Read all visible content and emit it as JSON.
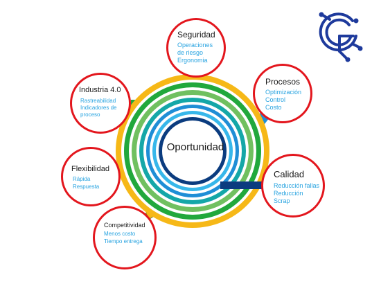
{
  "colors": {
    "node_border": "#e3161d",
    "item_text": "#27a3e0",
    "ring_outer": "#f6b817",
    "ring_green": "#21a83c",
    "ring_lightgreen": "#70c060",
    "ring_teal": "#14a7a8",
    "ring_blue": "#1f8ed6",
    "ring_lightblue": "#37b7ea",
    "ring_navy": "#0b3c7f",
    "logo": "#1e3a9c"
  },
  "center": {
    "label": "Oportunidad"
  },
  "nodes": {
    "seguridad": {
      "title": "Seguridad",
      "items": [
        "Operaciones",
        "de riesgo",
        "Ergonomia"
      ]
    },
    "procesos": {
      "title": "Procesos",
      "items": [
        "Optimización",
        "Control",
        "Costo"
      ]
    },
    "calidad": {
      "title": "Calidad",
      "items": [
        "Reducción fallas",
        "Reducción",
        "Scrap"
      ]
    },
    "industria": {
      "title": "Industria 4.0",
      "items": [
        "Rastreabilidad",
        "Indicadores de",
        "proceso"
      ]
    },
    "flexibilidad": {
      "title": "Flexibilidad",
      "items": [
        "Rápida",
        "Respuesta"
      ]
    },
    "competitividad": {
      "title": "Competitividad",
      "items": [
        "Menos costo",
        "Tiempo entrega"
      ]
    }
  },
  "logo": {
    "icon": "gear-g-circuit-logo"
  }
}
